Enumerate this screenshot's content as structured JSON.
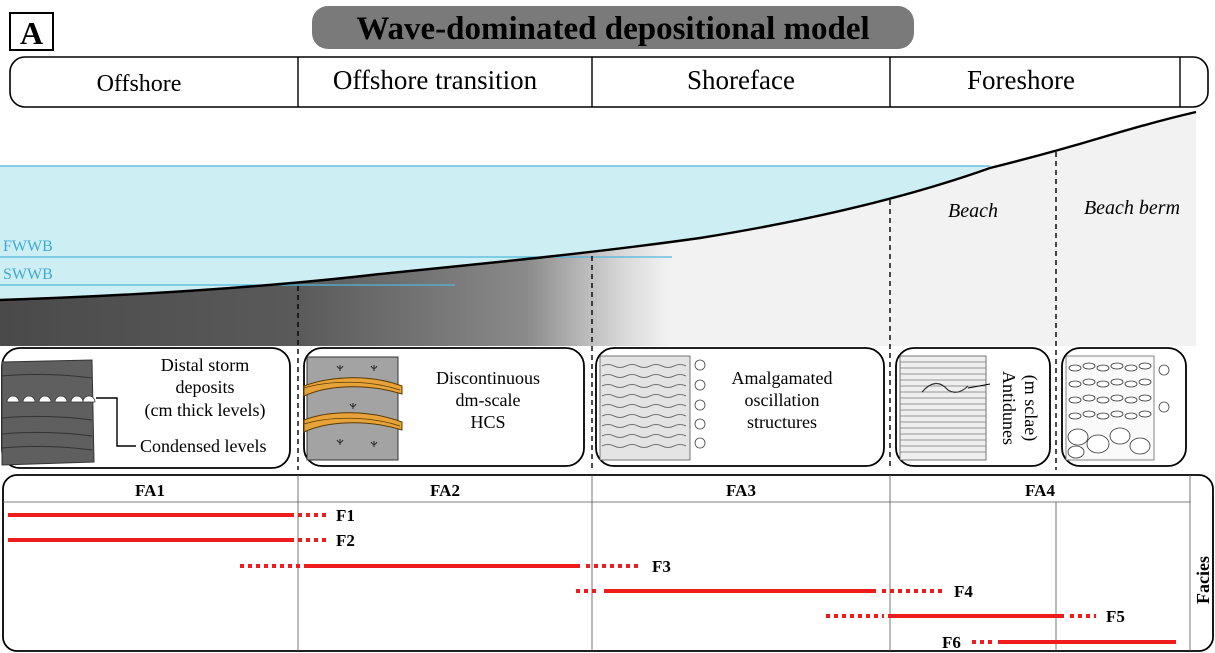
{
  "panel_letter": "A",
  "title": "Wave-dominated depositional model",
  "zones": [
    "Offshore",
    "Offshore transition",
    "Shoreface",
    "Foreshore"
  ],
  "water_levels": {
    "fwwb": "FWWB",
    "swwb": "SWWB"
  },
  "beach_labels": {
    "beach": "Beach",
    "berm": "Beach berm"
  },
  "boxes": {
    "fa1": {
      "line1": "Distal storm",
      "line2": "deposits",
      "line3": "(cm thick levels)",
      "callout": "Condensed levels"
    },
    "fa2": {
      "line1": "Discontinuous",
      "line2": "dm-scale",
      "line3": "HCS"
    },
    "fa3": {
      "line1": "Amalgamated",
      "line2": "oscillation",
      "line3": "structures"
    },
    "fa4": {
      "line1": "Antidunes",
      "line2": "(m sclae)"
    }
  },
  "facies_associations": [
    "FA1",
    "FA2",
    "FA3",
    "FA4"
  ],
  "facies_axis_label": "Facies",
  "facies": [
    "F1",
    "F2",
    "F3",
    "F4",
    "F5",
    "F6"
  ],
  "colors": {
    "water": "#cdeef2",
    "water_line": "#4fb6dc",
    "water_text": "#3fa9d6",
    "title_bg": "#7a7a7a",
    "facies_bar": "#ee1c1c",
    "hcs_fill": "#e8a23a",
    "box_fill": "#9a9a9a"
  }
}
